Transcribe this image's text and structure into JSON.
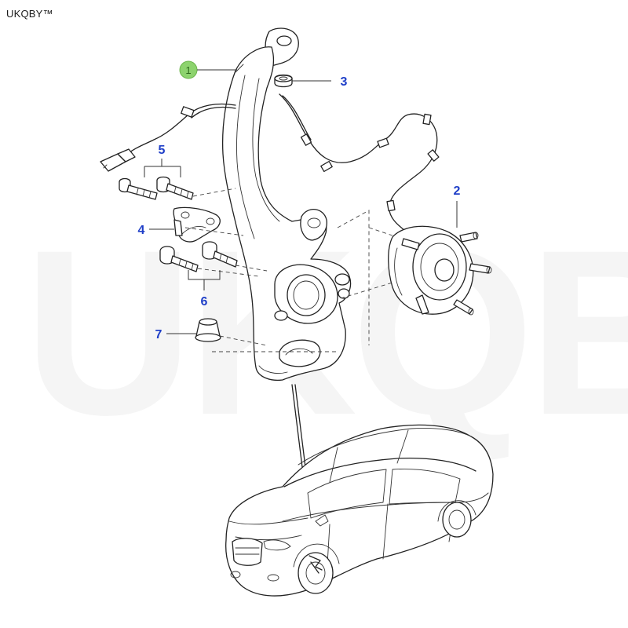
{
  "brand": {
    "text": "UKQBY™"
  },
  "watermark": {
    "text": "UKQBY",
    "mark": "TM"
  },
  "callouts": [
    {
      "id": "1",
      "label": "1"
    },
    {
      "id": "2",
      "label": "2"
    },
    {
      "id": "3",
      "label": "3"
    },
    {
      "id": "4",
      "label": "4"
    },
    {
      "id": "5",
      "label": "5"
    },
    {
      "id": "6",
      "label": "6"
    },
    {
      "id": "7",
      "label": "7"
    }
  ],
  "colors": {
    "callout_text": "#1f3fc8",
    "callout_1_badge": "#8dd36e",
    "line": "#222222"
  }
}
